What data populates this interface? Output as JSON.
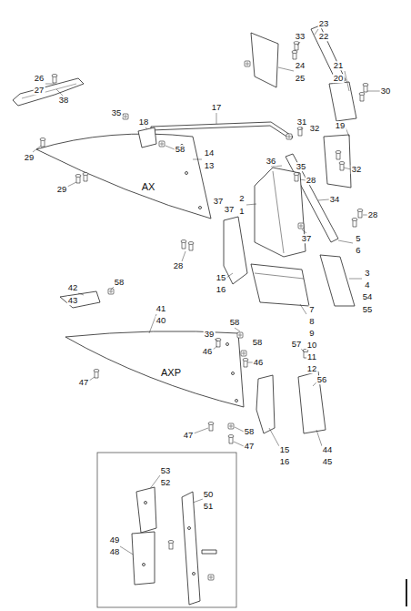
{
  "diagram": {
    "labels": [
      "23",
      "22",
      "33",
      "24",
      "25",
      "21",
      "20",
      "30",
      "26",
      "27",
      "38",
      "35",
      "18",
      "17",
      "31",
      "32",
      "19",
      "58",
      "14",
      "13",
      "AX",
      "36",
      "35",
      "29",
      "29",
      "28",
      "32",
      "2",
      "1",
      "34",
      "37",
      "37",
      "28",
      "5",
      "6",
      "37",
      "28",
      "15",
      "16",
      "3",
      "4",
      "54",
      "55",
      "42",
      "43",
      "58",
      "7",
      "8",
      "9",
      "10",
      "11",
      "12",
      "41",
      "40",
      "39",
      "58",
      "58",
      "46",
      "46",
      "57",
      "56",
      "AXP",
      "47",
      "15",
      "16",
      "44",
      "45",
      "47",
      "58",
      "47",
      "53",
      "52",
      "50",
      "51",
      "49",
      "48"
    ]
  }
}
